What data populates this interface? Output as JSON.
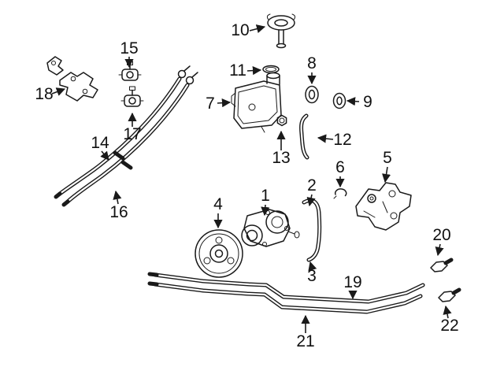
{
  "figure": {
    "type": "exploded-parts-diagram",
    "background_color": "#ffffff",
    "line_color": "#1a1a1a",
    "callouts": [
      {
        "label": "1",
        "part": "power-steering-pump"
      },
      {
        "label": "2",
        "part": "hose-upper-end"
      },
      {
        "label": "3",
        "part": "hose-lower-end"
      },
      {
        "label": "4",
        "part": "pulley"
      },
      {
        "label": "5",
        "part": "mounting-bracket"
      },
      {
        "label": "6",
        "part": "retainer-clip"
      },
      {
        "label": "7",
        "part": "fluid-reservoir"
      },
      {
        "label": "8",
        "part": "seal"
      },
      {
        "label": "9",
        "part": "washer"
      },
      {
        "label": "10",
        "part": "reservoir-cap"
      },
      {
        "label": "11",
        "part": "o-ring"
      },
      {
        "label": "12",
        "part": "short-hose"
      },
      {
        "label": "13",
        "part": "nut"
      },
      {
        "label": "14",
        "part": "pressure-hose"
      },
      {
        "label": "15",
        "part": "clamp"
      },
      {
        "label": "16",
        "part": "return-hose"
      },
      {
        "label": "17",
        "part": "clamp"
      },
      {
        "label": "18",
        "part": "bracket"
      },
      {
        "label": "19",
        "part": "cooler-pipe-upper"
      },
      {
        "label": "20",
        "part": "fitting"
      },
      {
        "label": "21",
        "part": "cooler-pipe-lower"
      },
      {
        "label": "22",
        "part": "fitting"
      }
    ]
  }
}
